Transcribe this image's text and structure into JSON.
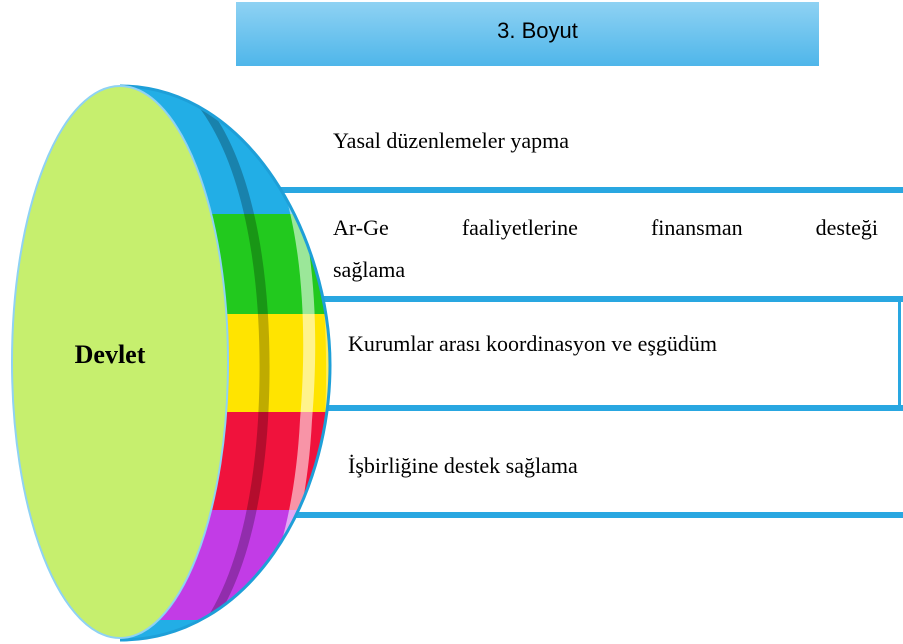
{
  "header": {
    "title": "3. Boyut"
  },
  "center": {
    "label": "Devlet"
  },
  "items": [
    {
      "label": "Yasal düzenlemeler yapma"
    },
    {
      "label_line1_words": [
        "Ar-Ge",
        "faaliyetlerine",
        "finansman",
        "desteği"
      ],
      "label_line2": "sağlama"
    },
    {
      "label": "Kurumlar arası koordinasyon ve eşgüdüm"
    },
    {
      "label": "İşbirliğine destek sağlama"
    }
  ],
  "colors": {
    "header_fill": "#4fb6ea",
    "rule": "#29a7e1",
    "disk_face": "#c6ef6e",
    "rim_blue": "#22aee6",
    "rim_green": "#22c91e",
    "rim_yellow": "#ffe400",
    "rim_red": "#f0123c",
    "rim_purple": "#c23ce6"
  }
}
